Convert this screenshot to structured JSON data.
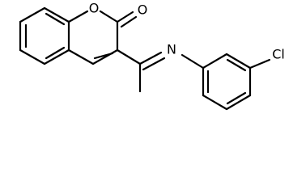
{
  "molecule": {
    "atoms": {
      "ring_oxygen": "O",
      "carbonyl_oxygen": "O",
      "imine_nitrogen": "N",
      "chlorine": "Cl"
    }
  },
  "colors": {
    "bond": "#000000",
    "label": "#000000",
    "background": "#ffffff"
  }
}
